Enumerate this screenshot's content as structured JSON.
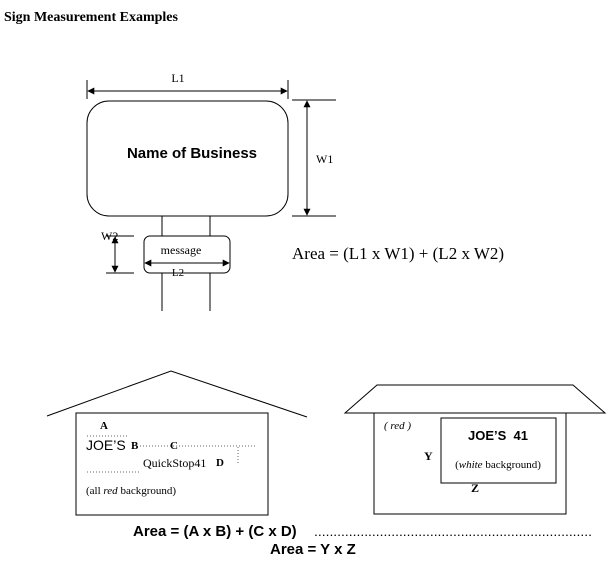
{
  "title": "Sign Measurement Examples",
  "diagram1": {
    "sign_text": "Name of Business",
    "label_l1": "L1",
    "label_w1": "W1",
    "label_w2": "W2",
    "label_l2": "L2",
    "message_text": "message",
    "area_formula": "Area = (L1 x W1) + (L2 x W2)"
  },
  "diagram2": {
    "label_a": "A",
    "label_b": "B",
    "label_c": "C",
    "label_d": "D",
    "joes_text": "JOE’S",
    "quickstop_text": "QuickStop41",
    "background_prefix": "(all ",
    "background_color_word": "red",
    "background_suffix": " background)",
    "area_formula": "Area = (A x B) + (C x D)",
    "leader_dots": "........................................................................"
  },
  "diagram3": {
    "red_note": "( red )",
    "sign_name": "JOE’S  41",
    "label_y": "Y",
    "label_z": "Z",
    "bg_prefix": "(",
    "bg_color_word": "white",
    "bg_suffix": " background)",
    "area_formula": "Area = Y x Z"
  },
  "colors": {
    "line": "#000000",
    "background": "#ffffff",
    "dotted": "#666666"
  }
}
